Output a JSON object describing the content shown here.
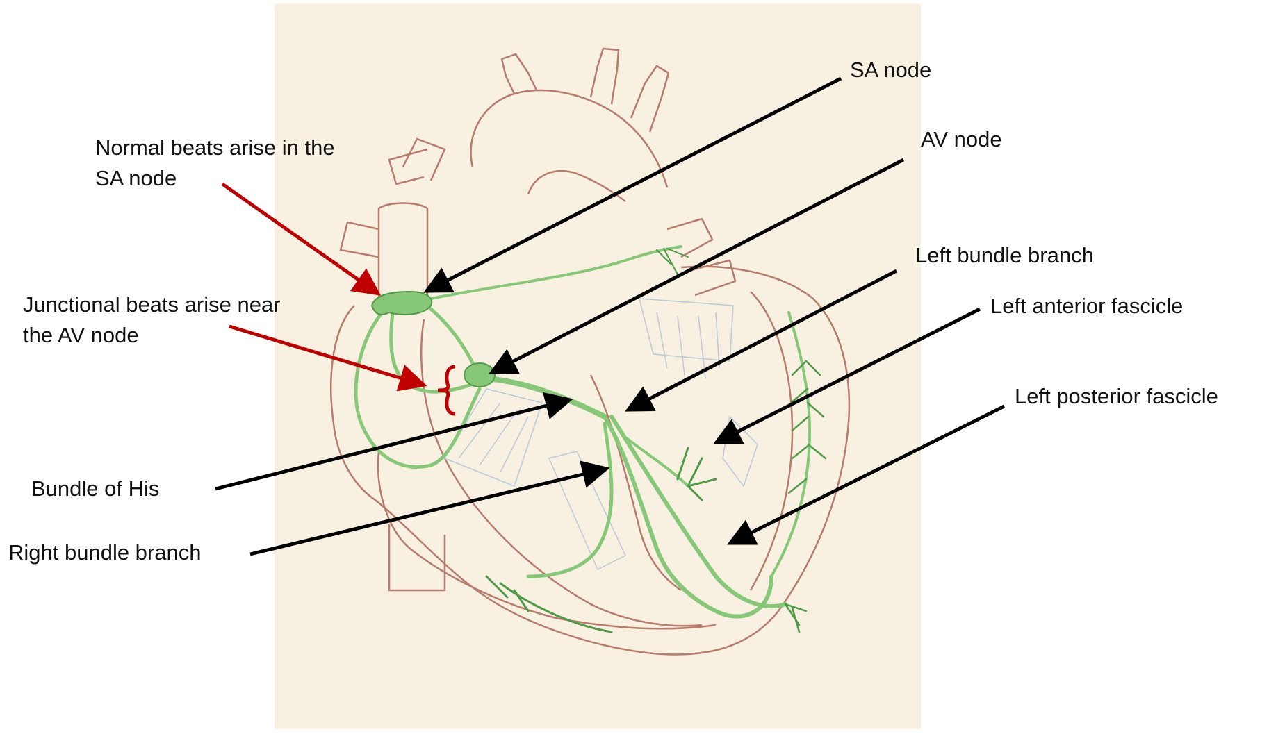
{
  "colors": {
    "paper": "#f8f1e2",
    "heart_outline": "#b77a6b",
    "conduction_fill": "#86c878",
    "conduction_stroke": "#4f9a46",
    "valve_lines": "#b9cad8",
    "arrow_black": "#000000",
    "arrow_red": "#c00000",
    "text": "#111111"
  },
  "labels": {
    "sa_node": "SA node",
    "av_node": "AV node",
    "left_bundle_branch": "Left bundle branch",
    "left_anterior_fascicle": "Left anterior fascicle",
    "left_posterior_fascicle": "Left posterior fascicle",
    "normal_beats_line1": "Normal beats arise in the",
    "normal_beats_line2": "SA node",
    "junctional_beats_line1": "Junctional beats arise near",
    "junctional_beats_line2": "the AV node",
    "bundle_of_his": "Bundle of His",
    "right_bundle_branch": "Right bundle branch"
  }
}
